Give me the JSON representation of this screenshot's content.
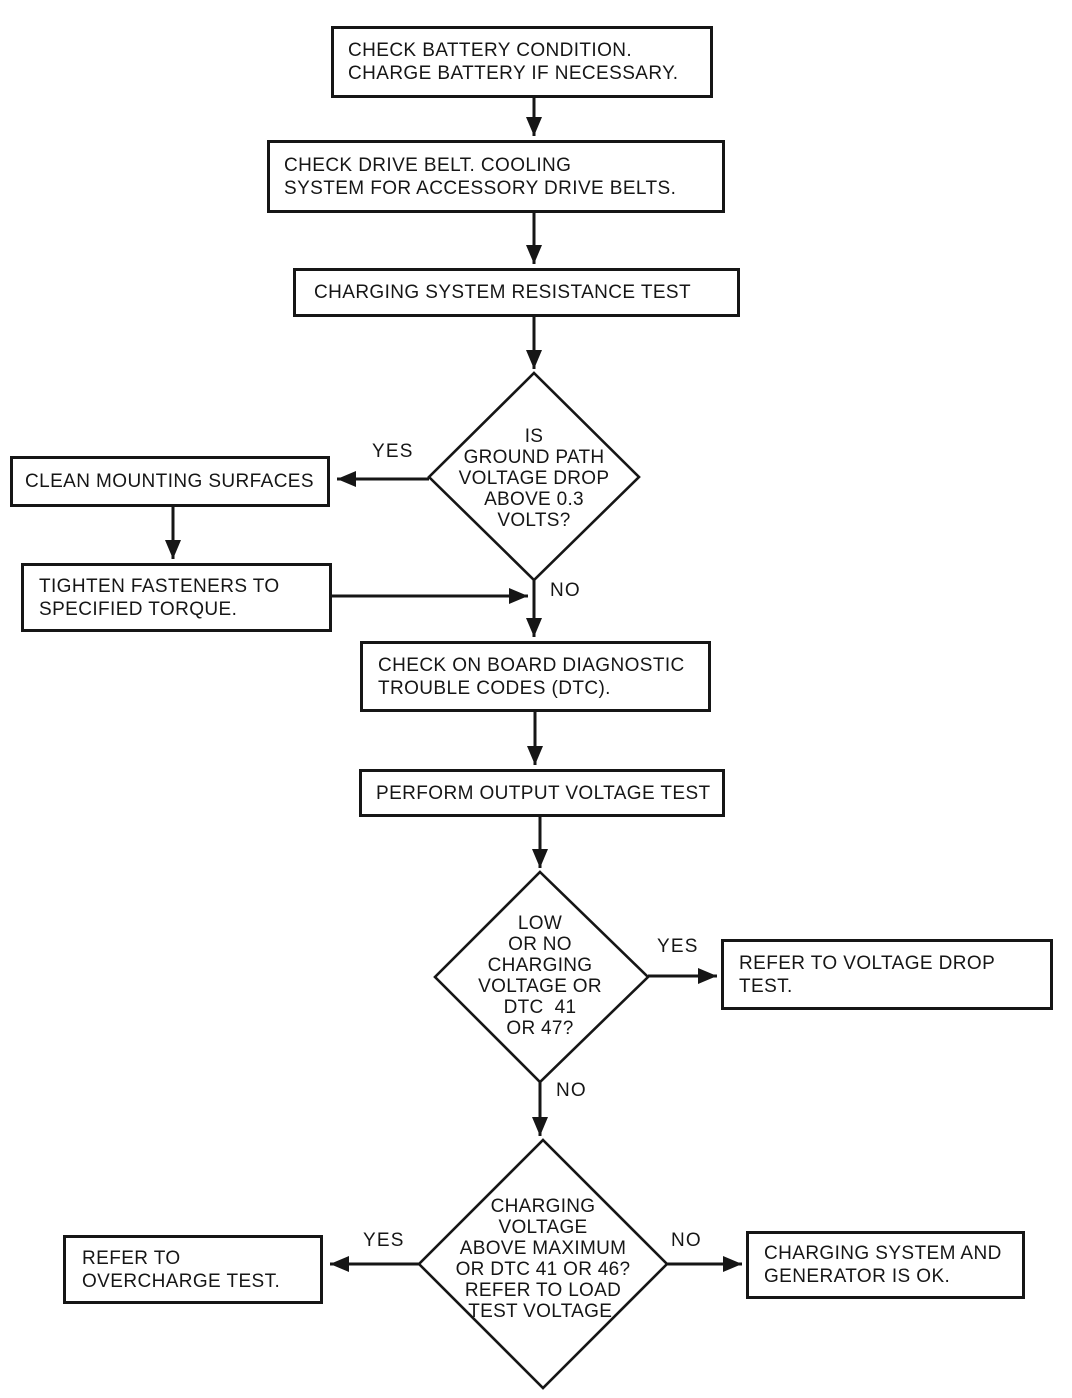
{
  "page": {
    "background": "#ffffff",
    "ink": "#161616"
  },
  "flowchart": {
    "nodes": {
      "check_battery": {
        "label": "CHECK BATTERY CONDITION.\nCHARGE BATTERY IF NECESSARY."
      },
      "check_drive_belt": {
        "label": "CHECK DRIVE BELT. COOLING\nSYSTEM FOR ACCESSORY DRIVE BELTS."
      },
      "resistance_test": {
        "label": "CHARGING SYSTEM RESISTANCE TEST"
      },
      "ground_path_decision": {
        "label": "IS\nGROUND PATH\nVOLTAGE DROP\nABOVE 0.3\nVOLTS?"
      },
      "clean_mounting": {
        "label": "CLEAN MOUNTING SURFACES"
      },
      "tighten_fasteners": {
        "label": "TIGHTEN FASTENERS TO\nSPECIFIED TORQUE."
      },
      "check_dtc": {
        "label": "CHECK ON BOARD DIAGNOSTIC\nTROUBLE CODES (DTC)."
      },
      "output_voltage_test": {
        "label": "PERFORM OUTPUT VOLTAGE TEST"
      },
      "low_voltage_decision": {
        "label": "LOW\nOR NO\nCHARGING\nVOLTAGE OR\nDTC  41\nOR 47?"
      },
      "voltage_drop_test": {
        "label": "REFER TO VOLTAGE DROP\nTEST."
      },
      "overcharge_decision": {
        "label": "CHARGING\nVOLTAGE\nABOVE MAXIMUM\nOR DTC 41 OR 46?\nREFER TO LOAD\nTEST VOLTAGE."
      },
      "overcharge_test": {
        "label": "REFER TO\nOVERCHARGE TEST."
      },
      "system_ok": {
        "label": "CHARGING SYSTEM AND\nGENERATOR IS OK."
      }
    },
    "edge_labels": {
      "ground_path_yes": "YES",
      "ground_path_no": "NO",
      "low_voltage_yes": "YES",
      "low_voltage_no": "NO",
      "overcharge_yes": "YES",
      "overcharge_no": "NO"
    }
  }
}
